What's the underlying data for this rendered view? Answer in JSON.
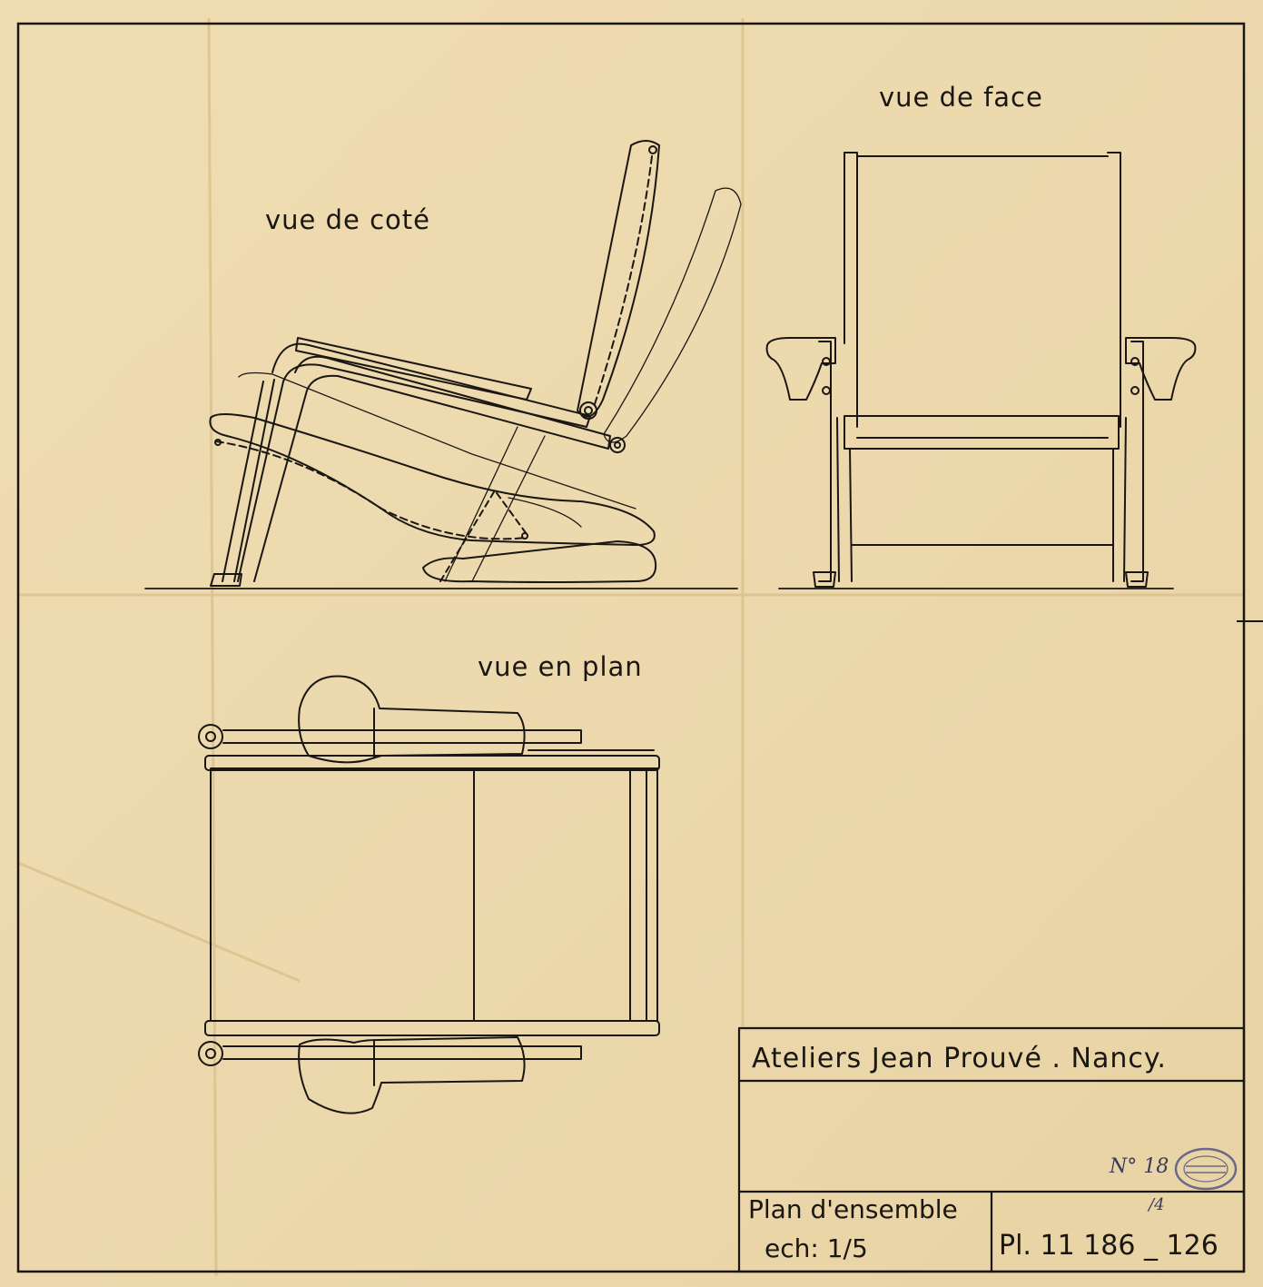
{
  "views": {
    "side": "vue  de coté",
    "front": "vue  de  face",
    "plan": "vue  en  plan"
  },
  "title_block": {
    "company": "Ateliers  Jean  Prouvé . Nancy.",
    "drawing_title": "Plan  d'ensemble",
    "scale": "ech:  1/5",
    "plate_number": "Pl. 11 186 _ 126"
  },
  "annotations": {
    "handwritten_number": "N° 18",
    "handwritten_fraction": "/4",
    "stamp": "archive stamp"
  },
  "colors": {
    "paper": "#ecd9ad",
    "ink": "#1a1712",
    "fold": "#d8c08a"
  }
}
